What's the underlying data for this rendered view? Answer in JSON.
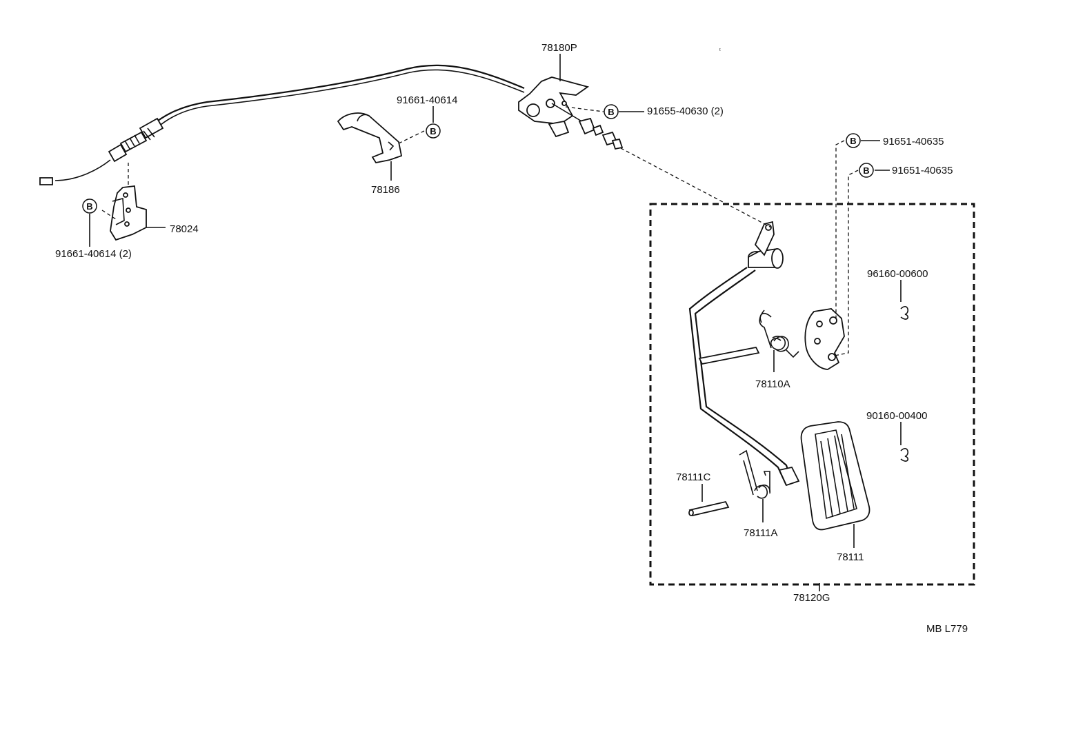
{
  "diagram": {
    "parts": {
      "cable": "78180P",
      "cable_bracket": "78186",
      "cable_support": "78024",
      "pedal_assembly": "78120G",
      "pedal_arm_spring": "78110A",
      "pad_pin": "78111C",
      "pad_spring": "78111A",
      "pedal_pad": "78111"
    },
    "fasteners": {
      "bolt_cable_bracket": "91661-40614",
      "bolt_cable_support": "91661-40614 (2)",
      "bolt_cable_end": "91655-40630 (2)",
      "bolt_pedal_bracket_upper": "91651-40635",
      "bolt_pedal_bracket_lower": "91651-40635",
      "clip_upper": "96160-00600",
      "clip_lower": "90160-00400"
    },
    "badge_letter": "B",
    "drawing_code": "MB L779"
  }
}
